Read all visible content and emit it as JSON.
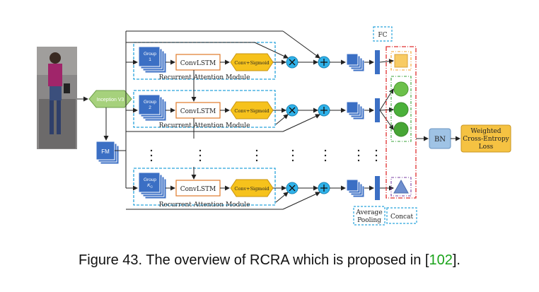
{
  "input_image": {
    "alt": "pedestrian photo"
  },
  "backbone_label": "Inception V3",
  "fm_label": "FM",
  "branches": [
    {
      "group_line1": "Group",
      "group_line2": "1",
      "lstm": "ConvLSTM",
      "convsig": "Conv+Sigmoid",
      "module": "Recurrent Attention Module"
    },
    {
      "group_line1": "Group",
      "group_line2": "2",
      "lstm": "ConvLSTM",
      "convsig": "Conv+Sigmoid",
      "module": "Recurrent Attention Module"
    },
    {
      "group_line1": "Group",
      "group_line2": "K",
      "group_sub": "G",
      "lstm": "ConvLSTM",
      "convsig": "Conv+Sigmoid",
      "module": "Recurrent Attention Module"
    }
  ],
  "fc_label": "FC",
  "avg_pool_label_line1": "Average",
  "avg_pool_label_line2": "Pooling",
  "concat_label": "Concat",
  "bn_label": "BN",
  "loss_line1": "Weighted",
  "loss_line2": "Cross-Entropy",
  "loss_line3": "Loss",
  "caption": {
    "prefix": "Figure 43. The overview of RCRA which is proposed in [",
    "ref": "102",
    "suffix": "]."
  },
  "colors": {
    "dashed_blue": "#29a3dc",
    "group_blue": "#3b6fc4",
    "hexagon_green": "#a6d17c",
    "sigmoid_yellow": "#f6c21c",
    "circle_cyan": "#2fb2ea",
    "concat_red": "#e03030",
    "bn_blue": "#9fc3e5",
    "loss_orange": "#f5c242"
  }
}
